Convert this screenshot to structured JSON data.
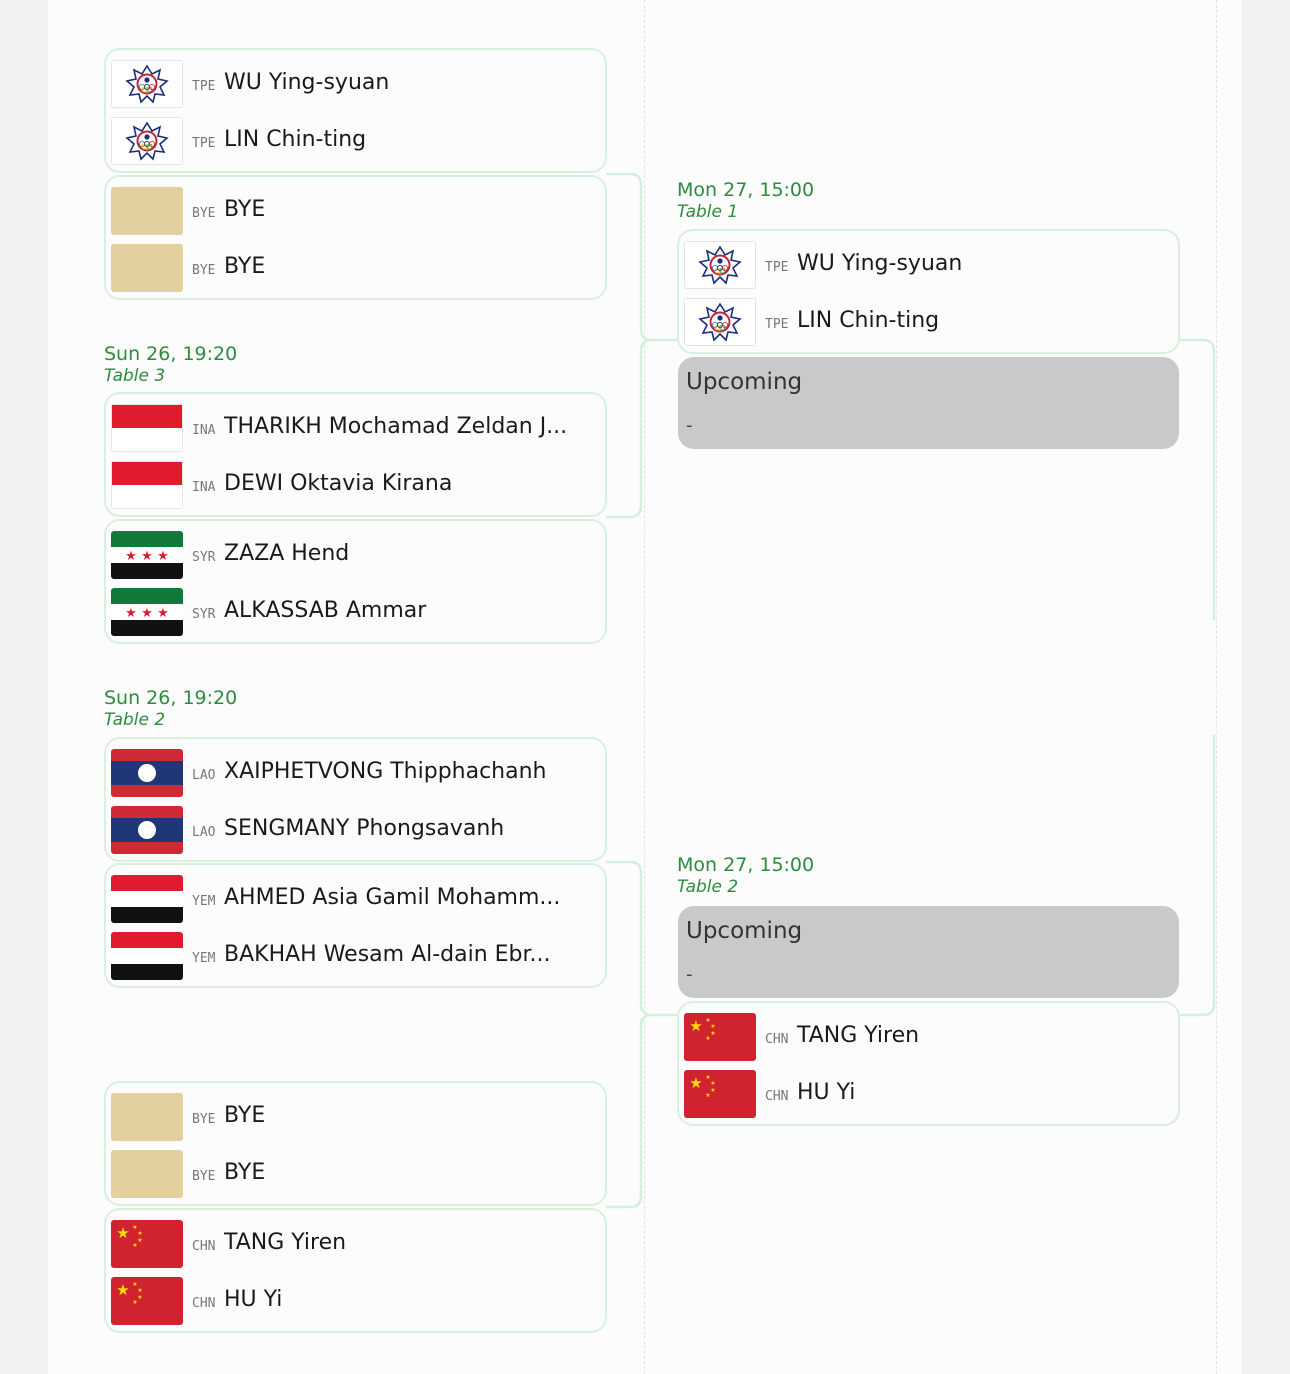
{
  "round1": {
    "m1": {
      "p1": {
        "code": "TPE",
        "name": "WU Ying-syuan",
        "flag": "tpe-flag"
      },
      "p2": {
        "code": "TPE",
        "name": "LIN Chin-ting",
        "flag": "tpe-flag"
      }
    },
    "m2": {
      "p1": {
        "code": "BYE",
        "name": "BYE",
        "flag": "bye-placeholder"
      },
      "p2": {
        "code": "BYE",
        "name": "BYE",
        "flag": "bye-placeholder"
      }
    },
    "m3": {
      "time": "Sun 26, 19:20",
      "table": "Table 3",
      "p1": {
        "code": "INA",
        "name": "THARIKH Mochamad Zeldan J...",
        "flag": "ina-flag"
      },
      "p2": {
        "code": "INA",
        "name": "DEWI Oktavia Kirana",
        "flag": "ina-flag"
      }
    },
    "m4": {
      "p1": {
        "code": "SYR",
        "name": "ZAZA Hend",
        "flag": "syr-flag"
      },
      "p2": {
        "code": "SYR",
        "name": "ALKASSAB Ammar",
        "flag": "syr-flag"
      }
    },
    "m5": {
      "time": "Sun 26, 19:20",
      "table": "Table 2",
      "p1": {
        "code": "LAO",
        "name": "XAIPHETVONG Thipphachanh",
        "flag": "lao-flag"
      },
      "p2": {
        "code": "LAO",
        "name": "SENGMANY Phongsavanh",
        "flag": "lao-flag"
      }
    },
    "m6": {
      "p1": {
        "code": "YEM",
        "name": "AHMED Asia Gamil Mohamm...",
        "flag": "yem-flag"
      },
      "p2": {
        "code": "YEM",
        "name": "BAKHAH Wesam Al-dain Ebr...",
        "flag": "yem-flag"
      }
    },
    "m7": {
      "p1": {
        "code": "BYE",
        "name": "BYE",
        "flag": "bye-placeholder"
      },
      "p2": {
        "code": "BYE",
        "name": "BYE",
        "flag": "bye-placeholder"
      }
    },
    "m8": {
      "p1": {
        "code": "CHN",
        "name": "TANG Yiren",
        "flag": "chn-flag"
      },
      "p2": {
        "code": "CHN",
        "name": "HU Yi",
        "flag": "chn-flag"
      }
    }
  },
  "round2": {
    "m1": {
      "time": "Mon 27, 15:00",
      "table": "Table 1",
      "p1": {
        "code": "TPE",
        "name": "WU Ying-syuan",
        "flag": "tpe-flag"
      },
      "p2": {
        "code": "TPE",
        "name": "LIN Chin-ting",
        "flag": "tpe-flag"
      },
      "upcoming": {
        "label": "Upcoming",
        "sub": "-"
      }
    },
    "m2": {
      "time": "Mon 27, 15:00",
      "table": "Table 2",
      "upcoming": {
        "label": "Upcoming",
        "sub": "-"
      },
      "p1": {
        "code": "CHN",
        "name": "TANG Yiren",
        "flag": "chn-flag"
      },
      "p2": {
        "code": "CHN",
        "name": "HU Yi",
        "flag": "chn-flag"
      }
    }
  },
  "colors": {
    "accent_green": "#2e8b3d",
    "card_border": "#d9f0df",
    "upcoming_bg": "#c9c9c9",
    "bye_flag": "#e3d0a1"
  }
}
